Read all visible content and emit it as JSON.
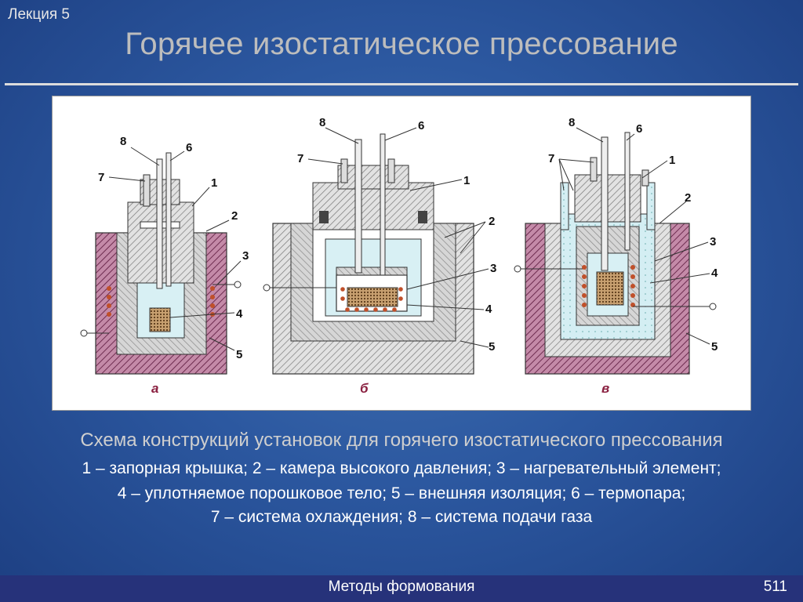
{
  "header": {
    "lecture": "Лекция 5",
    "title": "Горячее изостатическое прессование"
  },
  "figure": {
    "panels": [
      {
        "sublabel": "а",
        "labels": [
          "8",
          "6",
          "7",
          "1",
          "2",
          "3",
          "4",
          "5"
        ]
      },
      {
        "sublabel": "б",
        "labels": [
          "8",
          "6",
          "7",
          "1",
          "2",
          "3",
          "4",
          "5"
        ]
      },
      {
        "sublabel": "в",
        "labels": [
          "8",
          "6",
          "7",
          "1",
          "2",
          "3",
          "4",
          "5"
        ]
      }
    ]
  },
  "caption": "Схема конструкций установок для горячего изостатического прессования",
  "legend_lines": [
    "1 – запорная крышка; 2 – камера высокого давления; 3 – нагревательный  элемент;",
    "4 – уплотняемое  порошковое тело; 5 – внешняя изоляция; 6 – термопара;",
    "7 – система охлаждения; 8 – система подачи газа"
  ],
  "footer": {
    "title": "Методы формования",
    "page": "511"
  },
  "colors": {
    "background": "#2c58a0",
    "footer": "#26327a",
    "insulation": "#b07090",
    "vessel": "#d0d0d0",
    "gas": "#d8f0f4",
    "heater": "#c0502a",
    "powder": "#b08050"
  }
}
